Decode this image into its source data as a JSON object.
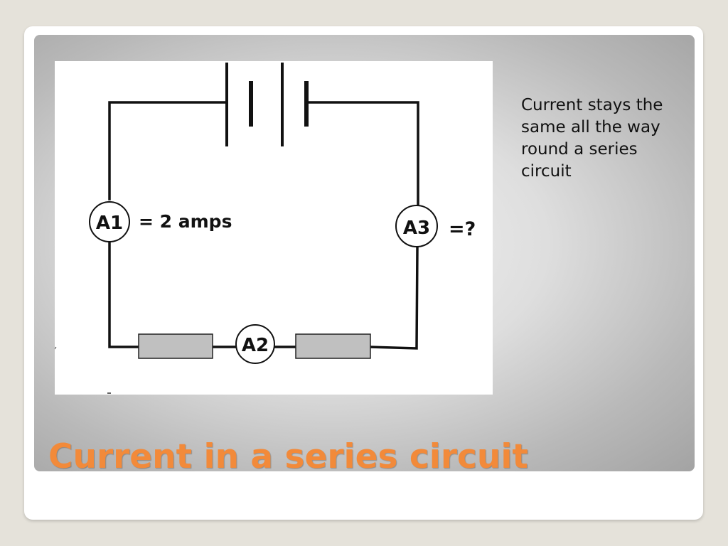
{
  "slide": {
    "title": "Current in a series circuit",
    "note": "Current stays the same all the way round a series circuit",
    "colors": {
      "title": "#f28a3a",
      "resistor_fill": "#c0c0c0",
      "wire": "#111111"
    }
  },
  "diagram": {
    "components": [
      "battery",
      "resistor",
      "resistor",
      "ammeter",
      "ammeter",
      "ammeter"
    ],
    "meters": {
      "a1": {
        "label": "A1",
        "reading": "= 2 amps"
      },
      "a2": {
        "label": "A2"
      },
      "a3": {
        "label": "A3",
        "reading": "=?"
      }
    }
  }
}
